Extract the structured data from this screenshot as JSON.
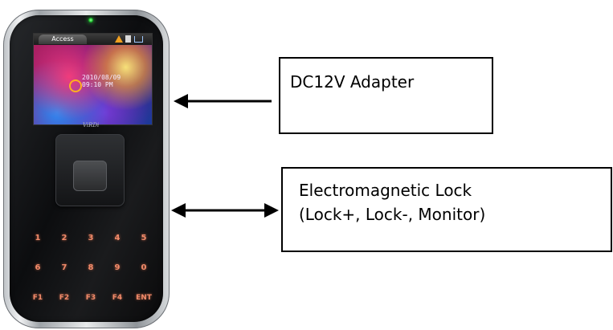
{
  "device": {
    "screen_tab": "Access",
    "date": "2010/08/09",
    "time": "09:10 PM",
    "brand": "ViRDi",
    "keypad": [
      "1",
      "2",
      "3",
      "4",
      "5",
      "6",
      "7",
      "8",
      "9",
      "0",
      "F1",
      "F2",
      "F3",
      "F4",
      "ENT"
    ]
  },
  "callouts": {
    "adapter": "DC12V Adapter",
    "lock_line1": "Electromagnetic Lock",
    "lock_line2": "(Lock+, Lock-, Monitor)"
  },
  "colors": {
    "arrow": "#000000",
    "keypad_text": "#f08a6a",
    "led": "#19c02a"
  }
}
